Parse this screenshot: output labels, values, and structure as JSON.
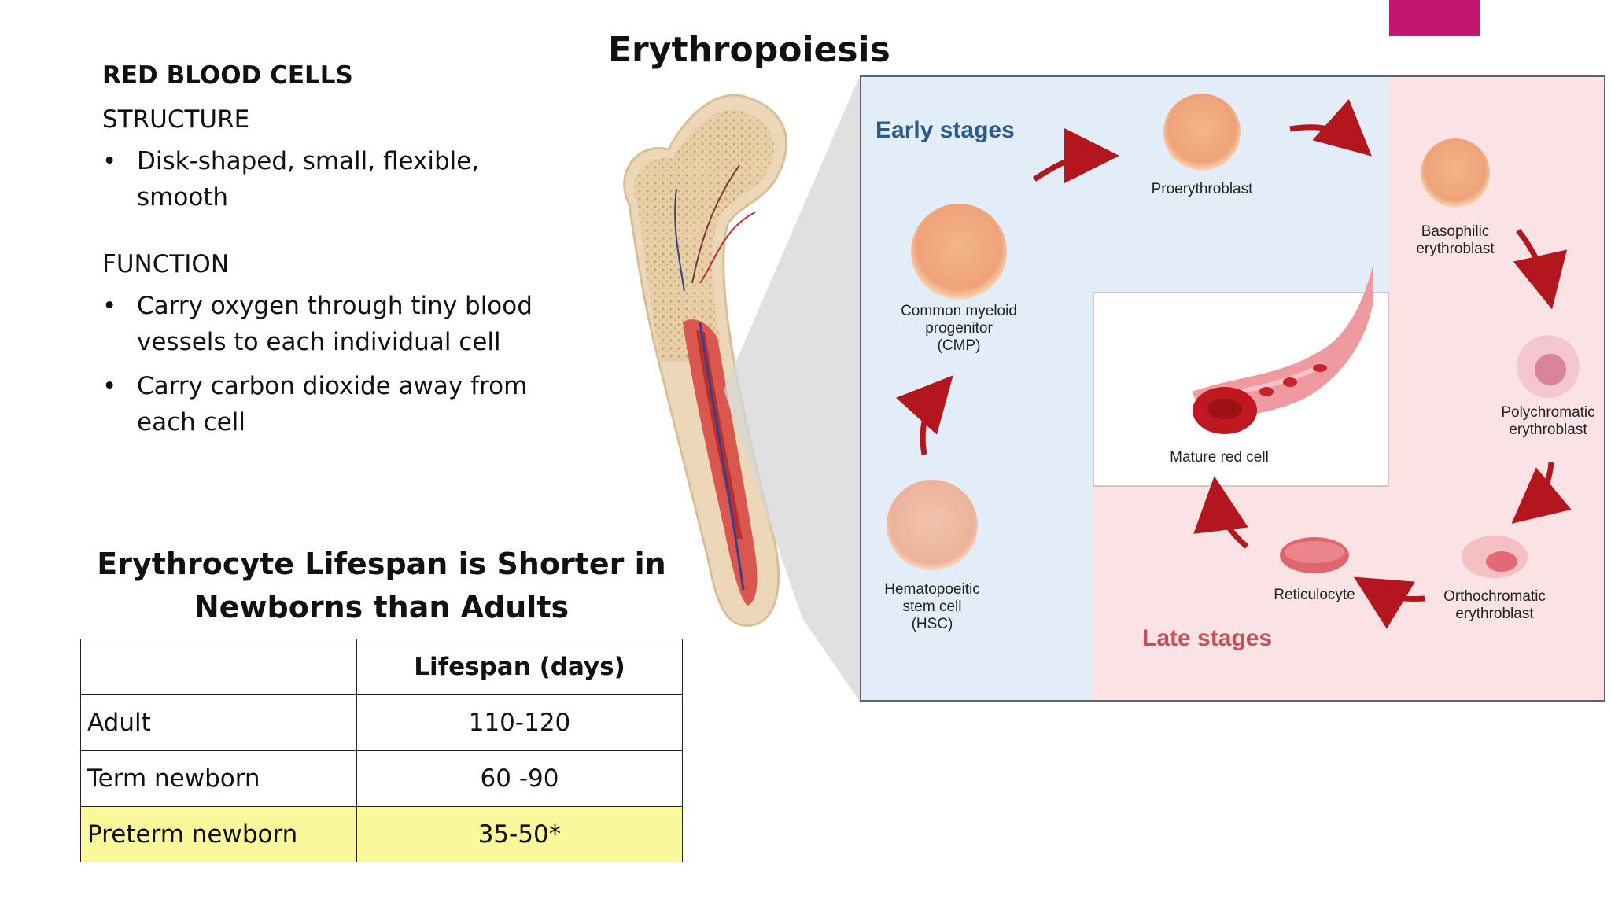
{
  "colors": {
    "accent": "#c2166f",
    "early_bg": "#e3edf8",
    "late_bg": "#fbe3e5",
    "arrow": "#b3161c",
    "table_highlight": "#fbf89c",
    "early_label": "#2c5a8c",
    "late_label": "#c6505a"
  },
  "text_panel": {
    "heading": "RED BLOOD CELLS",
    "structure": {
      "title": "STRUCTURE",
      "bullets": [
        "Disk-shaped, small, flexible, smooth"
      ]
    },
    "function": {
      "title": "FUNCTION",
      "bullets": [
        "Carry oxygen through tiny blood vessels to each individual cell",
        "Carry carbon dioxide away from each cell"
      ]
    }
  },
  "lifespan": {
    "title": "Erythrocyte Lifespan is Shorter in Newborns than Adults",
    "header": [
      "",
      "Lifespan (days)"
    ],
    "rows": [
      {
        "label": "Adult",
        "value": "110-120"
      },
      {
        "label": "Term newborn",
        "value": "60 -90"
      },
      {
        "label": "Preterm newborn",
        "value": "35-50*"
      }
    ]
  },
  "diagram": {
    "title": "Erythropoiesis",
    "early_label": "Early stages",
    "late_label": "Late stages",
    "cells": {
      "hsc": [
        "Hematopoeitic",
        "stem cell",
        "(HSC)"
      ],
      "cmp": [
        "Common myeloid",
        "progenitor",
        "(CMP)"
      ],
      "proerythroblast": [
        "Proerythroblast"
      ],
      "basophilic": [
        "Basophilic",
        "erythroblast"
      ],
      "polychromatic": [
        "Polychromatic",
        "erythroblast"
      ],
      "orthochromatic": [
        "Orthochromatic",
        "erythroblast"
      ],
      "reticulocyte": [
        "Reticulocyte"
      ],
      "mature": [
        "Mature red cell"
      ]
    },
    "icons": [
      "bone-icon",
      "blood-vessel-icon",
      "arrow-icon"
    ]
  }
}
